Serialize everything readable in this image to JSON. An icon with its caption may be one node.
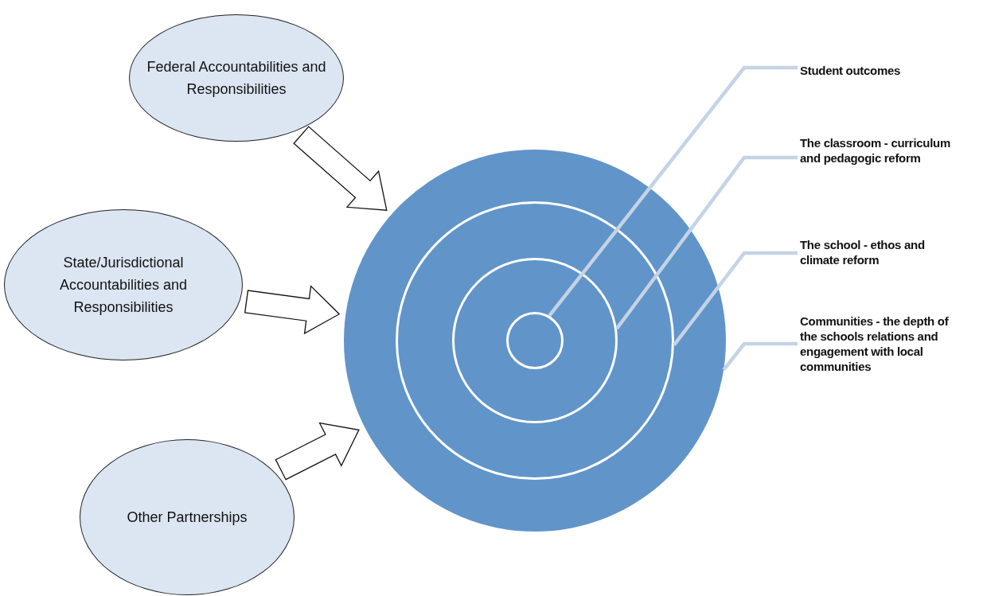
{
  "diagram": {
    "nodes": [
      {
        "text": [
          "Federal Accountabilities and Responsibilities"
        ]
      },
      {
        "text": [
          "State/Jurisdictional Accountabilities and Responsibilities"
        ]
      },
      {
        "text": [
          "Other Partnerships"
        ]
      },
      {
        "text": [],
        "shape": "circle"
      },
      {
        "text": [],
        "shape": "circle",
        "in": 3
      },
      {
        "text": [],
        "shape": "circle",
        "in": 4
      },
      {
        "text": [],
        "shape": "circle",
        "in": 5
      },
      {
        "text": [
          "Student outcomes"
        ]
      },
      {
        "text": [
          "The classroom - curriculum and pedagogic reform"
        ]
      },
      {
        "text": [
          "The school - ethos and climate reform"
        ]
      },
      {
        "text": [
          "Communities - the depth of the schools relations and engagement with local communities"
        ]
      }
    ],
    "edges": [
      {
        "from": 0,
        "to": 3,
        "arrow": "to"
      },
      {
        "from": 1,
        "to": 3,
        "arrow": "to"
      },
      {
        "from": 2,
        "to": 3,
        "arrow": "to"
      },
      {
        "from": 7,
        "to": 6,
        "arrow": "none"
      },
      {
        "from": 8,
        "to": 5,
        "arrow": "none"
      },
      {
        "from": 9,
        "to": 4,
        "arrow": "none"
      },
      {
        "from": 10,
        "to": 3,
        "arrow": "none"
      }
    ]
  }
}
